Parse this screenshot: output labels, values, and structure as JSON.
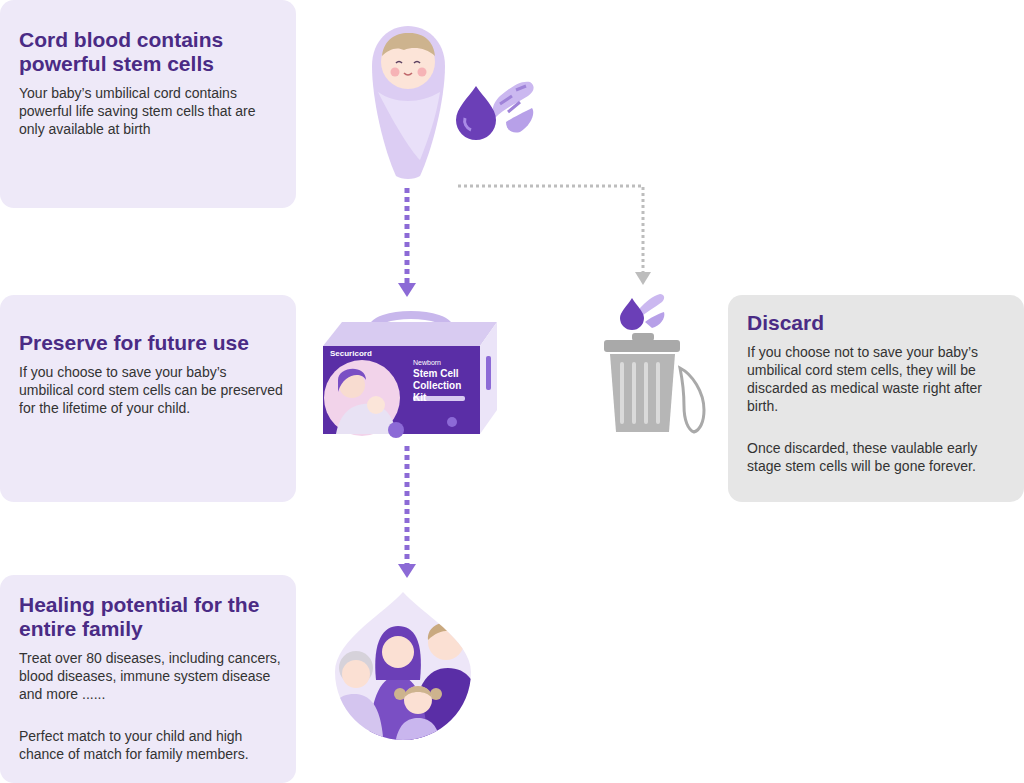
{
  "diagram": {
    "nodes": [
      {
        "text": [
          "Cord blood contains powerful stem cells",
          "Your baby’s umbilical cord contains powerful life saving stem cells that are only available at birth"
        ]
      },
      {
        "text": [
          "Preserve for future use",
          "If you choose to save your baby’s umbilical cord stem cells can be preserved for the lifetime of your child."
        ]
      },
      {
        "text": [
          "Discard",
          "If you choose not to save your baby’s umbilical cord stem cells, they will be discarded as medical waste right after birth.",
          "Once discarded, these vaulable early stage stem cells will be gone forever."
        ]
      },
      {
        "text": [
          "Healing potential for the entire family",
          "Treat over 80 diseases, including cancers, blood diseases, immune system disease and more ......",
          "Perfect match to your child and high chance of match for family members."
        ]
      }
    ],
    "labels": [
      "Securicord",
      "Newborn",
      "Stem Cell Collection Kit"
    ]
  }
}
